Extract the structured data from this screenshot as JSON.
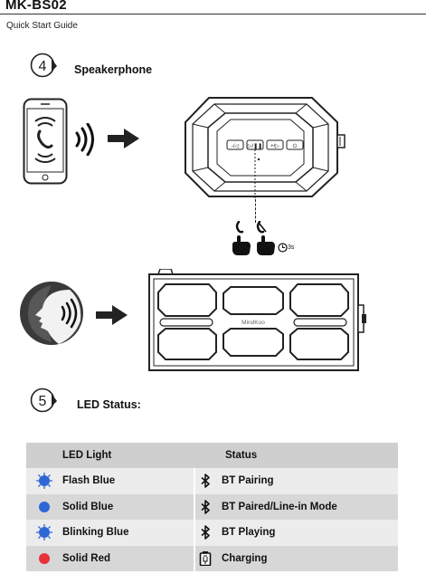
{
  "header": {
    "model": "MK-BS02",
    "subtitle": "Quick Start Guide"
  },
  "section4": {
    "number": "4",
    "title": "Speakerphone",
    "timer_label": "3s",
    "brand": "MindKoo"
  },
  "section5": {
    "number": "5",
    "title": "LED Status:"
  },
  "led_table": {
    "headers": [
      "LED Light",
      "Status"
    ],
    "rows": [
      {
        "light": "Flash Blue",
        "status": "BT Pairing",
        "dot_color": "#2f66d6",
        "dot_style": "flash",
        "status_icon": "bluetooth-icon"
      },
      {
        "light": "Solid Blue",
        "status": "BT Paired/Line-in Mode",
        "dot_color": "#2f66d6",
        "dot_style": "solid",
        "status_icon": "bluetooth-icon"
      },
      {
        "light": "Blinking Blue",
        "status": "BT Playing",
        "dot_color": "#2f66d6",
        "dot_style": "flash",
        "status_icon": "bluetooth-icon"
      },
      {
        "light": "Solid Red",
        "status": "Charging",
        "dot_color": "#e8313b",
        "dot_style": "solid",
        "status_icon": "battery-charging-icon"
      }
    ]
  }
}
